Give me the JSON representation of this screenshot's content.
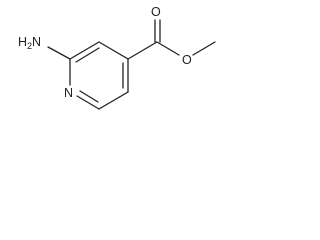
{
  "molecule": {
    "atoms": {
      "amine": "H2N",
      "amine_main": "H",
      "amine_sub": "2",
      "amine_tail": "N",
      "ring_nitrogen": "N",
      "carbonyl_oxygen": "O",
      "ester_oxygen": "O"
    }
  }
}
